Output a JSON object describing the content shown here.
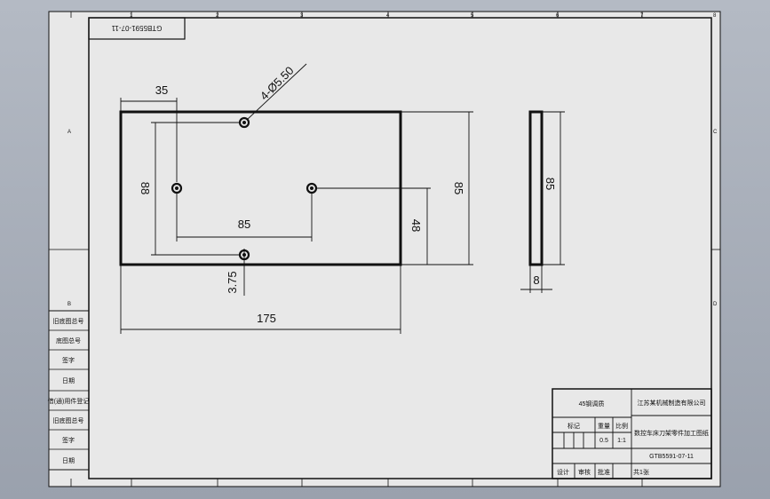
{
  "drawing": {
    "code_box": "GTB5591-07-11",
    "dimensions": {
      "top_width": "35",
      "hole_callout": "4-Ø5.50",
      "hole_vertical": "88",
      "hole_horizontal": "85",
      "plate_height": "85",
      "right_offset": "48",
      "bottom_offset": "3.75",
      "overall_width": "175",
      "side_height": "85",
      "thickness": "8"
    },
    "left_table": [
      "旧底图总号",
      "底图总号",
      "签字",
      "日期",
      "借(通)用件登记",
      "旧底图总号",
      "签字",
      "日期"
    ],
    "title_block": {
      "material": "45钢调质",
      "company": "江苏某机械制造有限公司",
      "product": "数控车床刀架零件加工图纸",
      "code": "GTB5591-07-11",
      "mark_label": "标记",
      "scale_label": "比例",
      "scale_value": "1:1",
      "weight_label": "重量",
      "weight_value": "0.5",
      "designer": "设计",
      "reviewer": "审核",
      "approver": "批准",
      "sheet": "共1张"
    },
    "border_marks": [
      "1",
      "2",
      "3",
      "4",
      "5",
      "6",
      "7",
      "8",
      "A",
      "B",
      "C",
      "D"
    ]
  }
}
